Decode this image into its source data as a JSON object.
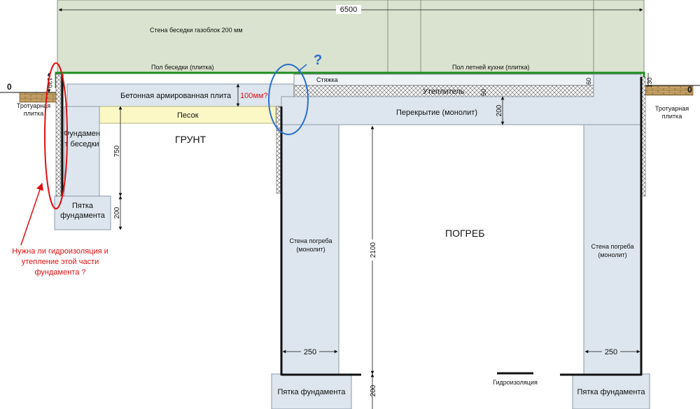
{
  "dimensions": {
    "total_width": "6500",
    "tile_level_left": "130",
    "tile_level_right": "130",
    "screed_thickness": "60",
    "insulation_thickness": "50",
    "slab_thickness": "100мм?",
    "overlap_thickness": "200",
    "foundation_depth": "750",
    "footing_height_left": "200",
    "cellar_height": "2100",
    "footing_height_bottom": "200",
    "wall_width_left": "250",
    "wall_width_right": "250"
  },
  "levels": {
    "zero_left": "0",
    "zero_right": "0"
  },
  "labels": {
    "gazebo_wall": "Стена беседки газоблок 200 мм",
    "gazebo_floor": "Пол беседки (плитка)",
    "kitchen_floor": "Пол летней кухни (плитка)",
    "screed": "Стяжка",
    "insulation": "Утеплитель",
    "concrete_slab": "Бетонная армированная плита",
    "sand": "Песок",
    "overlap": "Перекрытие (монолит)",
    "soil": "ГРУНТ",
    "foundation_gazebo": "Фундамент беседки",
    "footing_left": "Пятка фундамента",
    "cellar": "ПОГРЕБ",
    "cellar_wall_left": "Стена погреба (монолит)",
    "cellar_wall_right": "Стена погреба (монолит)",
    "footing_bottom_left": "Пятка фундамента",
    "footing_bottom_right": "Пятка фундамента",
    "waterproofing": "Гидроизоляция",
    "paving_left": "Тротуарная плитка",
    "paving_right": "Тротуарная плитка",
    "question_mark": "?",
    "question_text": "Нужна ли гидроизоляция и утепление этой части фундамента ?"
  },
  "colors": {
    "wall_fill": "#d9e3cf",
    "structure_fill": "#dde6ee",
    "sand_fill": "#fbf8c6",
    "green_floor": "#1e8c1e",
    "red_annotation": "#e01010",
    "blue_annotation": "#2a6fcf",
    "paving_fill": "#c8a46a"
  }
}
